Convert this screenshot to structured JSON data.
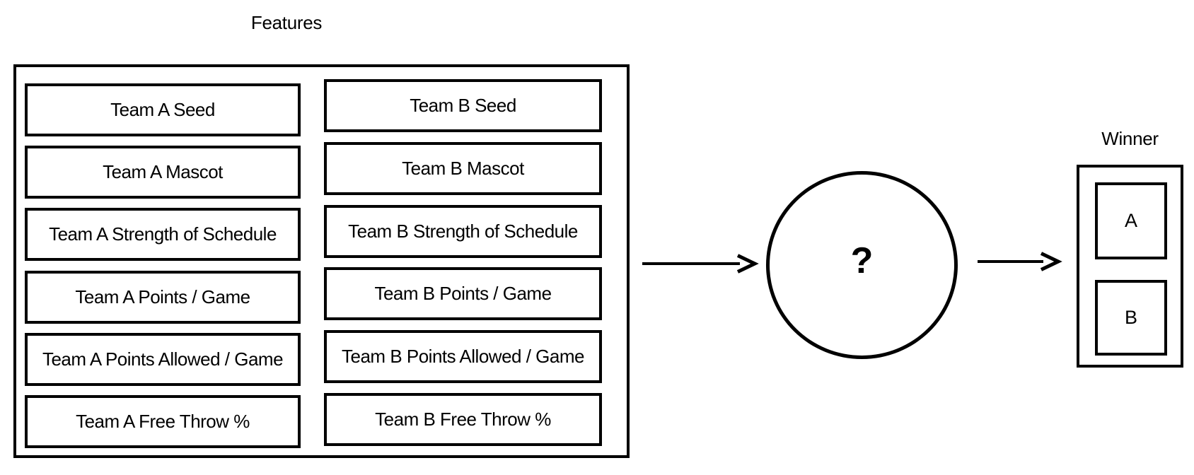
{
  "diagram": {
    "background": "#ffffff",
    "ink": "#000000",
    "features": {
      "title": "Features",
      "team_a": [
        "Team A Seed",
        "Team A Mascot",
        "Team A Strength of Schedule",
        "Team A Points / Game",
        "Team A Points Allowed / Game",
        "Team A Free Throw %"
      ],
      "team_b": [
        "Team B Seed",
        "Team B Mascot",
        "Team B Strength of Schedule",
        "Team B Points / Game",
        "Team B Points Allowed / Game",
        "Team B Free Throw %"
      ]
    },
    "model": {
      "symbol": "?"
    },
    "icons": {
      "flow_arrow": "arrow-right"
    },
    "winner": {
      "title": "Winner",
      "options": [
        "A",
        "B"
      ]
    }
  }
}
